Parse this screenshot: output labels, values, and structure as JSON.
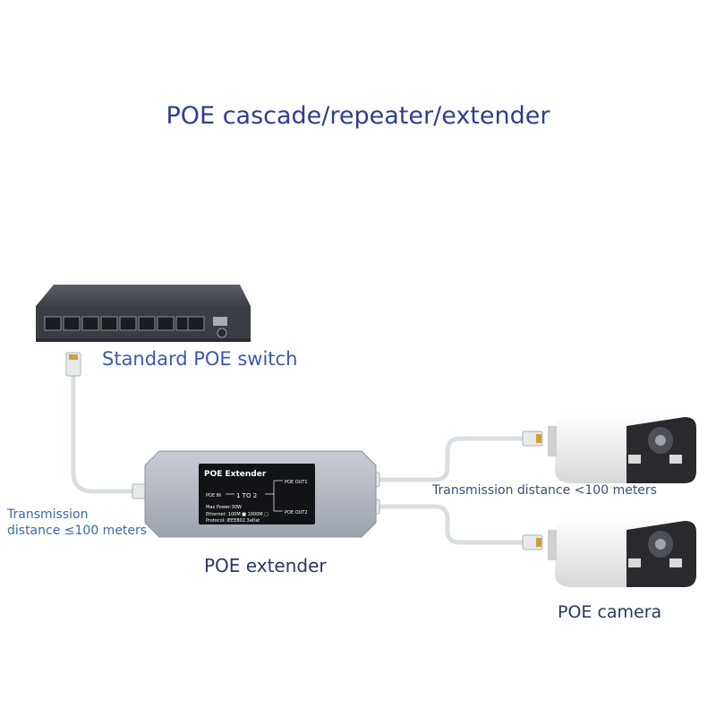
{
  "title": "POE cascade/repeater/extender",
  "labels": {
    "switch": "Standard POE switch",
    "extender": "POE extender",
    "camera": "POE camera",
    "distance_right": "Transmission distance <100 meters",
    "distance_left_line1": "Transmission",
    "distance_left_line2": "distance ≤100 meters"
  },
  "plate": {
    "heading": "POE Extender",
    "poe_in": "POE IN",
    "ratio": "1 TO 2",
    "out1": "POE OUT1",
    "out2": "POE OUT2",
    "max_power": "Max Power:30W",
    "ethernet": "Ethernet: 100M ■ 1000M □",
    "protocol": "Protocol: IEEE802.3af/at"
  },
  "colors": {
    "title": "#2c3f8e",
    "label_blue": "#3a5aa8",
    "cable": "#d8dde0",
    "switch_body": "#3d4048",
    "extender_body": "#b7bcc6",
    "camera_body": "#f2f2f2",
    "camera_front": "#2b2b2e"
  }
}
